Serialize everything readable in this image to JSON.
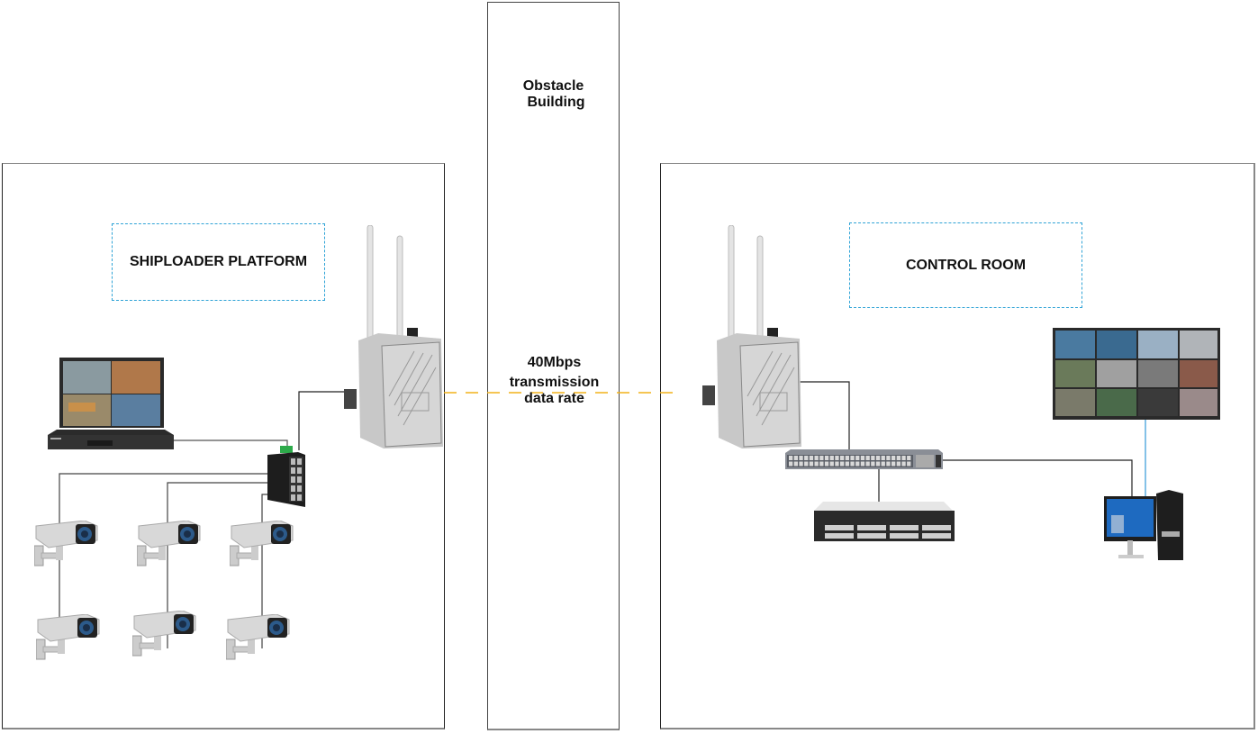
{
  "zones": {
    "left": {
      "title": "SHIPLOADER PLATFORM"
    },
    "obstacle": {
      "line1": "Obstacle",
      "line2": "Building"
    },
    "right": {
      "title": "CONTROL ROOM"
    }
  },
  "link": {
    "rate": "40Mbps",
    "line2": "transmission",
    "line3": "data rate",
    "color": "#f2b21a"
  },
  "devices": {
    "left": [
      "nvr-monitor",
      "nvr-recorder",
      "industrial-switch",
      "wireless-bridge",
      "ip-camera x6"
    ],
    "right": [
      "wireless-bridge",
      "rack-switch",
      "rack-server",
      "video-wall-monitor",
      "desktop-workstation"
    ]
  },
  "colors": {
    "dashed_label_border": "#2fa3d6",
    "wire": "#222222",
    "monitor_link": "#5aaee0"
  }
}
